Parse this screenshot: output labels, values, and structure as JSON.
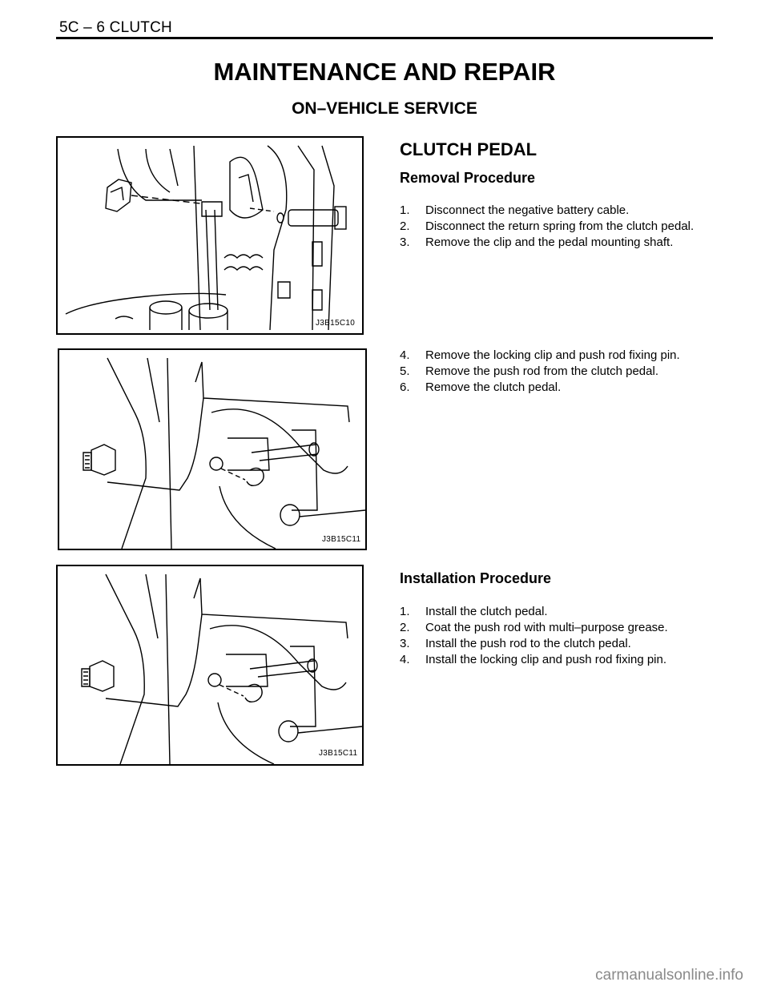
{
  "header": {
    "section": "5C – 6 CLUTCH"
  },
  "title": "MAINTENANCE AND REPAIR",
  "subtitle": "ON–VEHICLE SERVICE",
  "section_title": "CLUTCH PEDAL",
  "removal": {
    "title": "Removal Procedure",
    "steps_a": [
      {
        "num": "1.",
        "text": "Disconnect the negative battery cable."
      },
      {
        "num": "2.",
        "text": "Disconnect the return spring from the clutch pedal."
      },
      {
        "num": "3.",
        "text": "Remove the clip and the pedal mounting shaft."
      }
    ],
    "steps_b": [
      {
        "num": "4.",
        "text": "Remove the locking clip and push rod fixing pin."
      },
      {
        "num": "5.",
        "text": "Remove the push rod from the clutch pedal."
      },
      {
        "num": "6.",
        "text": "Remove the clutch pedal."
      }
    ]
  },
  "installation": {
    "title": "Installation  Procedure",
    "steps": [
      {
        "num": "1.",
        "text": "Install the clutch pedal."
      },
      {
        "num": "2.",
        "text": "Coat the push rod with multi–purpose grease."
      },
      {
        "num": "3.",
        "text": "Install the push rod to the clutch pedal."
      },
      {
        "num": "4.",
        "text": "Install the locking clip and push rod fixing pin."
      }
    ]
  },
  "figures": [
    {
      "caption": "J3B15C10"
    },
    {
      "caption": "J3B15C11"
    },
    {
      "caption": "J3B15C11"
    }
  ],
  "watermark": "carmanualsonline.info"
}
